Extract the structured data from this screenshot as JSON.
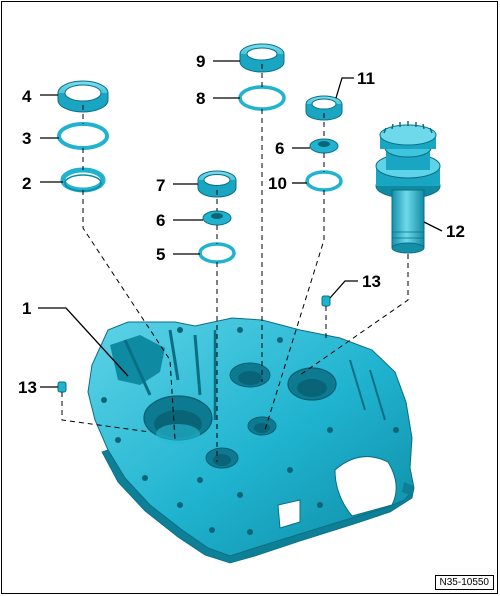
{
  "diagram": {
    "callouts": [
      "1",
      "2",
      "3",
      "4",
      "5",
      "6",
      "6",
      "7",
      "8",
      "9",
      "10",
      "11",
      "12",
      "13",
      "13"
    ],
    "figure_id": "N35-10550",
    "colors": {
      "part": "#1fb3cf",
      "part_dark": "#0f7f96",
      "part_light": "#6fd9ec",
      "line": "#000000"
    }
  }
}
